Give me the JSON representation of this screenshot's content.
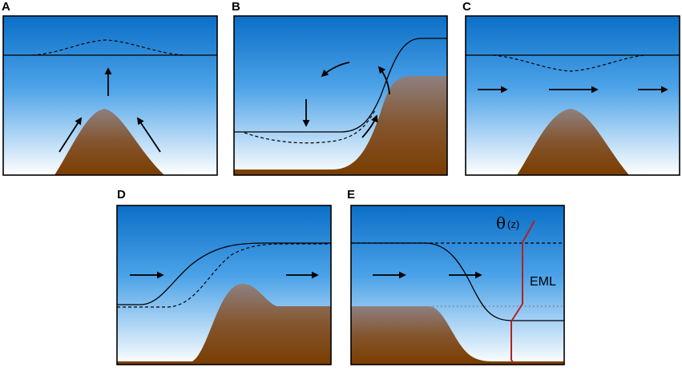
{
  "panels": [
    {
      "id": "a",
      "letter": "A"
    },
    {
      "id": "b",
      "letter": "B"
    },
    {
      "id": "c",
      "letter": "C"
    },
    {
      "id": "d",
      "letter": "D"
    },
    {
      "id": "e",
      "letter": "E"
    }
  ],
  "annotations": {
    "theta_symbol": "θ",
    "theta_arg": "(z)",
    "eml_label": "EML"
  },
  "colors": {
    "sky_top": "#0b6fc7",
    "sky_mid": "#4da3e8",
    "sky_bottom": "#ffffff",
    "terrain_top": "#8a7a7a",
    "terrain_bottom": "#7a3d00",
    "potential_temperature_profile": "#b22222",
    "lines": "#000000"
  }
}
